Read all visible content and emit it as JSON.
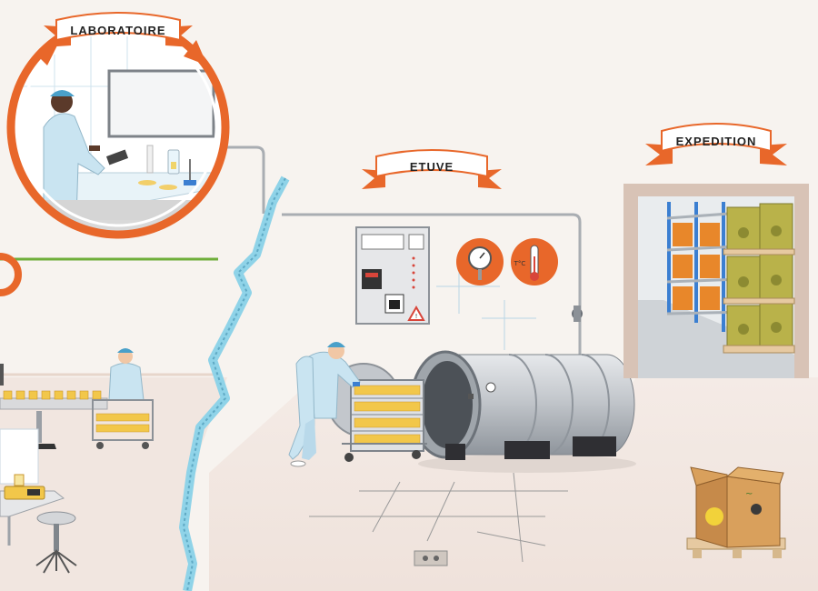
{
  "labels": {
    "laboratoire": "LABORATOIRE",
    "etuve": "ETUVE",
    "expedition": "EXPEDITION"
  },
  "gauges": {
    "thermo_unit": "T°C"
  },
  "colors": {
    "accent": "#e8672a",
    "wall": "#f7f3ef",
    "floor": "#f1e6e0",
    "steel": "#c9ccd0",
    "crate": "#c8a978",
    "box": "#b9b24a",
    "rack": "#3b7fd1",
    "green_line": "#6fae3a",
    "water": "#8fd3e8"
  },
  "icons": {
    "warning": "warning-triangle-icon",
    "pressure": "pressure-gauge-icon",
    "thermometer": "thermometer-icon"
  }
}
